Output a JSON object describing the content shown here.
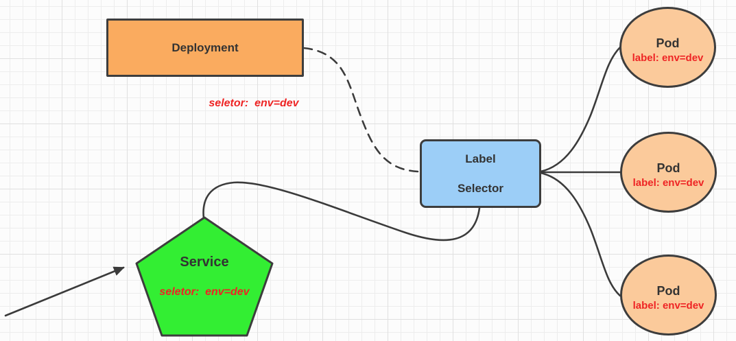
{
  "diagram": {
    "deployment": {
      "label": "Deployment",
      "annotation": "seletor:  env=dev"
    },
    "label_selector": {
      "line1": "Label",
      "line2": "Selector"
    },
    "service": {
      "label": "Service",
      "annotation": "seletor:  env=dev"
    },
    "pods": [
      {
        "label": "Pod",
        "sublabel": "label: env=dev"
      },
      {
        "label": "Pod",
        "sublabel": "label: env=dev"
      },
      {
        "label": "Pod",
        "sublabel": "label: env=dev"
      }
    ],
    "colors": {
      "node_stroke": "#3d3d3d",
      "edge_stroke": "#3b3b3b",
      "deployment_fill": "#faab5f",
      "pod_fill": "#fbca9b",
      "selector_fill": "#9ccef7",
      "service_fill": "#33ee33",
      "annotation_red": "#ee2424",
      "label_dark": "#333333",
      "grid_line": "#ededed",
      "canvas_bg": "#fcfcfc"
    }
  }
}
